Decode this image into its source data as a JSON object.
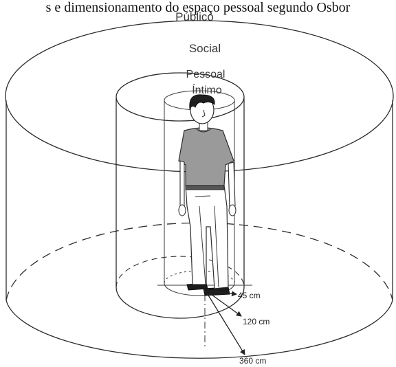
{
  "caption": "s e dimensionamento do espaço pessoal segundo Osbor",
  "zones": {
    "public": "Público",
    "social": "Social",
    "personal": "Pessoal",
    "intimate": "Íntimo"
  },
  "dimensions": {
    "intimate": "45 cm",
    "personal": "120 cm",
    "social": "360 cm"
  }
}
